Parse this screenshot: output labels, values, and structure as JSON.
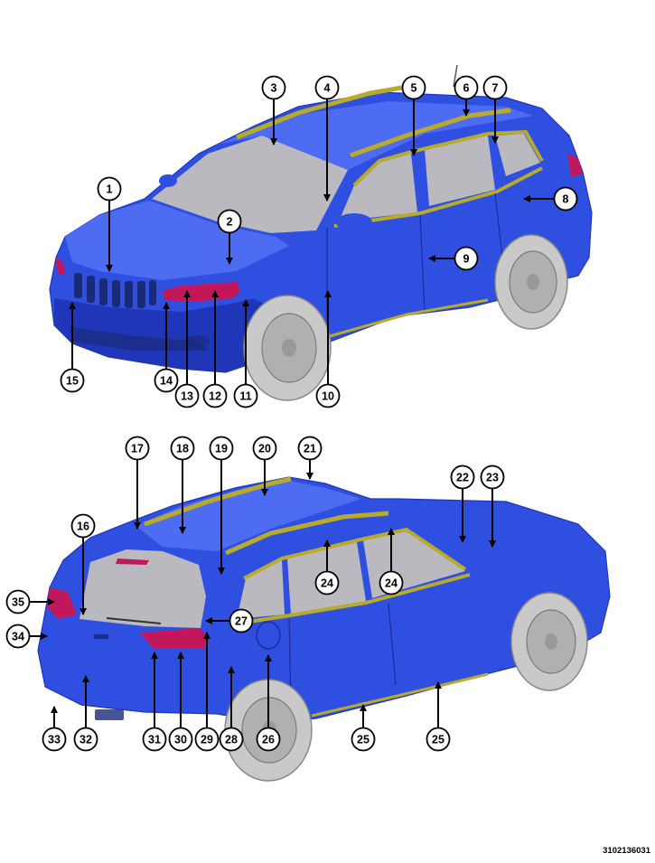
{
  "figure_id": "3102136031",
  "colors": {
    "body": "#2f4fe0",
    "body_dark": "#1f36b8",
    "body_light": "#4d6cf2",
    "glass": "#b9b9bf",
    "trim": "#b8aa2a",
    "tire": "#c9c9c9",
    "lamp": "#c2185b",
    "grille": "#1a2a7a"
  },
  "callouts": [
    "1",
    "2",
    "3",
    "4",
    "5",
    "6",
    "7",
    "8",
    "9",
    "10",
    "11",
    "12",
    "13",
    "14",
    "15",
    "16",
    "17",
    "18",
    "19",
    "20",
    "21",
    "22",
    "23",
    "24",
    "24",
    "25",
    "25",
    "26",
    "27",
    "28",
    "29",
    "30",
    "31",
    "32",
    "33",
    "34",
    "35"
  ]
}
